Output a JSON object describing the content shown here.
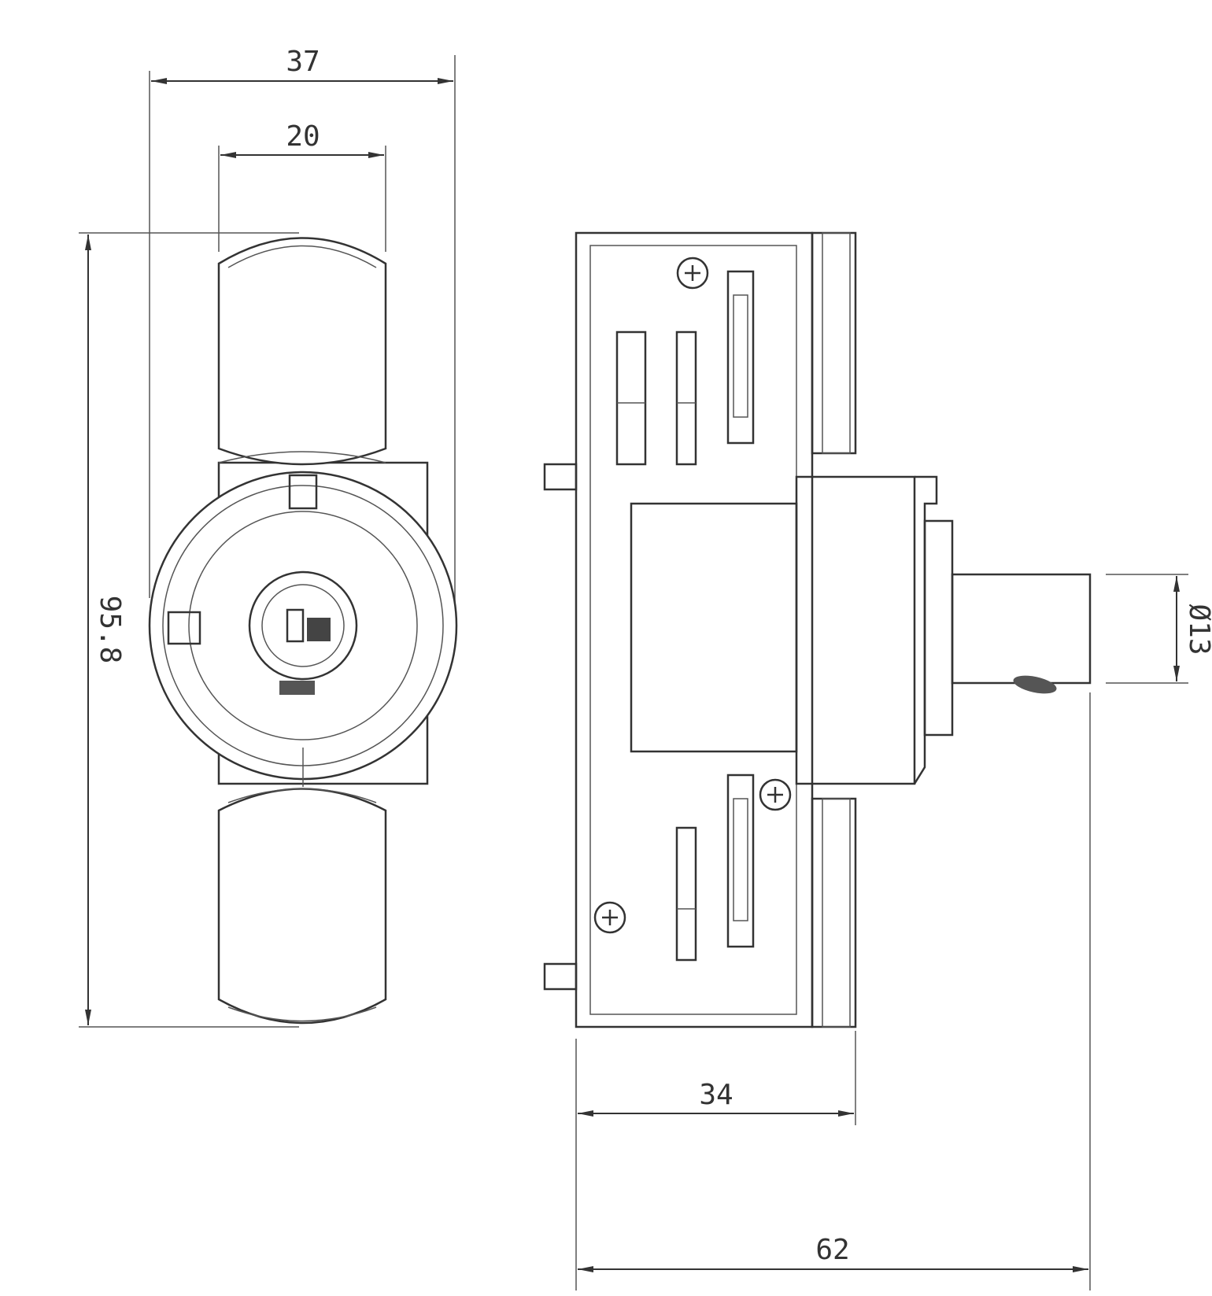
{
  "drawing": {
    "front_view": {
      "dimensions": {
        "overall_width": "37",
        "cap_width": "20",
        "overall_height": "95.8"
      }
    },
    "side_view": {
      "dimensions": {
        "shaft_diameter": "Ø13",
        "body_depth": "34",
        "overall_depth": "62"
      }
    }
  }
}
